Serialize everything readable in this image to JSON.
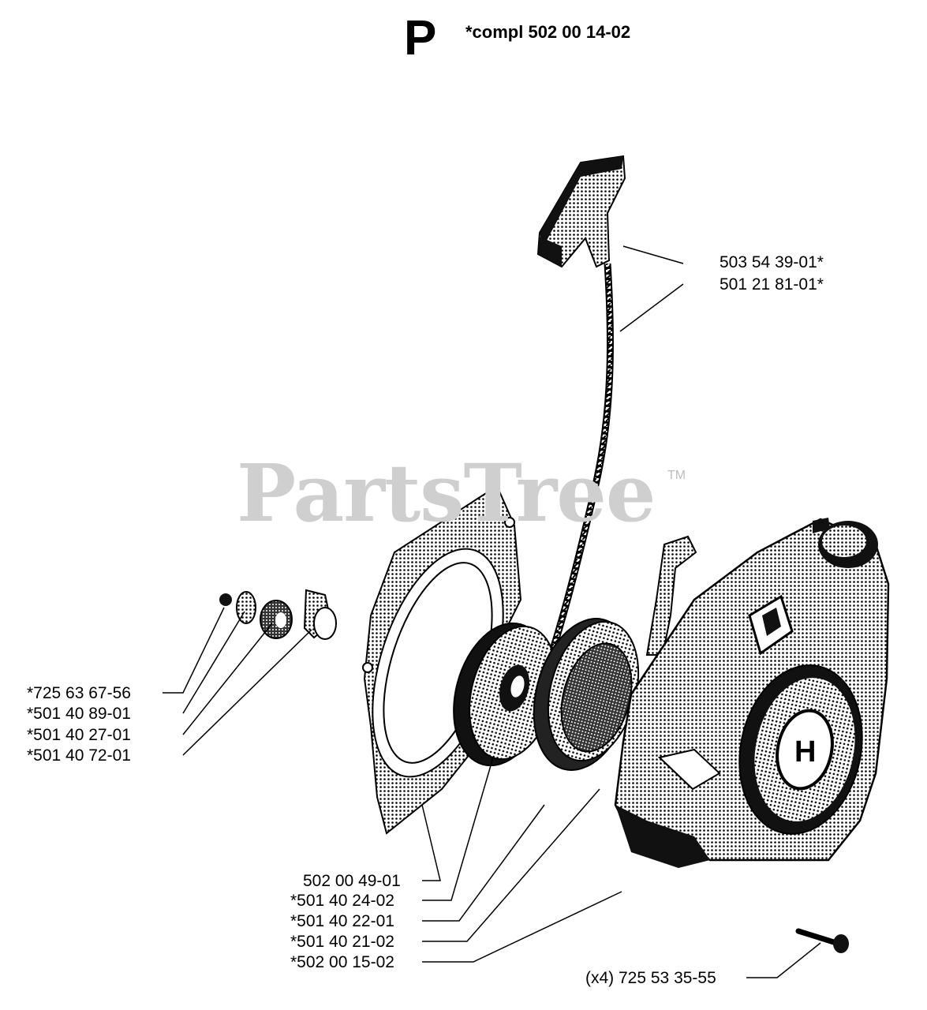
{
  "section": "P",
  "assembly_note": "*compl 502 00 14-02",
  "watermark": "PartsTree",
  "watermark_tm": "TM",
  "labels": {
    "handle": "503 54 39-01*",
    "rope": "501 21 81-01*",
    "screw": "*725 63 67-56",
    "washer": "*501 40 89-01",
    "bushing": "*501 40 27-01",
    "sleeve": "*501 40 72-01",
    "plate": "502 00 49-01",
    "pulley": "*501 40 24-02",
    "spring_cup": "*501 40 22-01",
    "spring": "*501 40 21-02",
    "housing": "*502 00 15-02",
    "housing_screw": "(x4) 725 53 35-55"
  }
}
